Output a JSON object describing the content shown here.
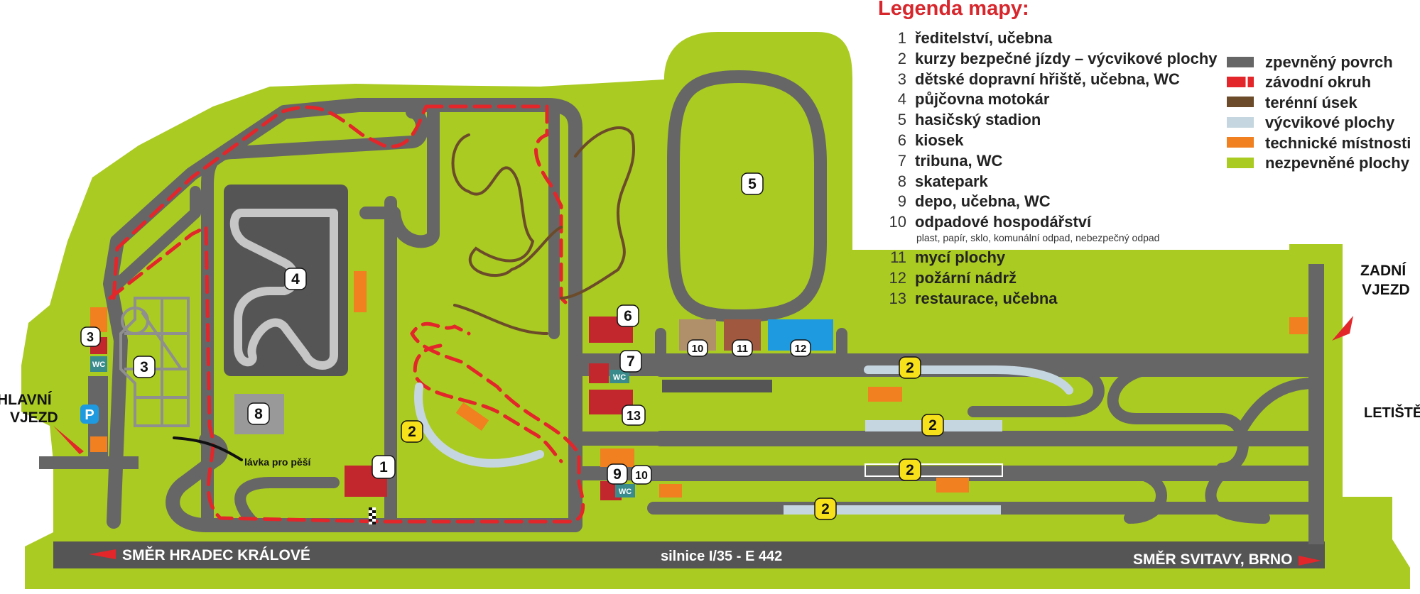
{
  "legend": {
    "title": "Legenda mapy:",
    "items": [
      {
        "num": "1",
        "label": "ředitelství, učebna"
      },
      {
        "num": "2",
        "label": "kurzy bezpečné jízdy – výcvikové plochy"
      },
      {
        "num": "3",
        "label": "dětské dopravní hřiště, učebna, WC"
      },
      {
        "num": "4",
        "label": "půjčovna motokár"
      },
      {
        "num": "5",
        "label": "hasičský stadion"
      },
      {
        "num": "6",
        "label": "kiosek"
      },
      {
        "num": "7",
        "label": "tribuna, WC"
      },
      {
        "num": "8",
        "label": "skatepark"
      },
      {
        "num": "9",
        "label": "depo, učebna, WC"
      },
      {
        "num": "10",
        "label": "odpadové hospodářství",
        "sub": "plast, papír, sklo, komunální odpad, nebezpečný odpad"
      },
      {
        "num": "11",
        "label": "mycí plochy"
      },
      {
        "num": "12",
        "label": "požární nádrž"
      },
      {
        "num": "13",
        "label": "restaurace, učebna"
      }
    ]
  },
  "key": [
    {
      "label": "zpevněný povrch",
      "color": "#666666"
    },
    {
      "label": "závodní okruh",
      "color": "#e3262a"
    },
    {
      "label": "terénní úsek",
      "color": "#6b4b2a"
    },
    {
      "label": "výcvikové plochy",
      "color": "#c6d6e0"
    },
    {
      "label": "technické místnosti",
      "color": "#f08020"
    },
    {
      "label": "nezpevněné plochy",
      "color": "#aacb22"
    }
  ],
  "labels": {
    "main_entry_1": "HLAVNÍ",
    "main_entry_2": "VJEZD",
    "rear_entry_1": "ZADNÍ",
    "rear_entry_2": "VJEZD",
    "airport": "LETIŠTĚ",
    "footbridge": "lávka pro pěší",
    "road_left": "SMĚR HRADEC KRÁLOVÉ",
    "road_center": "silnice I/35 - E 442",
    "road_right": "SMĚR SVITAVY, BRNO",
    "wc": "WC",
    "parking": "P"
  },
  "markers": {
    "m1": "1",
    "m2a": "2",
    "m2b": "2",
    "m2c": "2",
    "m2d": "2",
    "m2e": "2",
    "m3a": "3",
    "m3b": "3",
    "m4": "4",
    "m5": "5",
    "m6": "6",
    "m7": "7",
    "m8": "8",
    "m9": "9",
    "m10a": "10",
    "m10b": "10",
    "m11": "11",
    "m12": "12",
    "m13": "13"
  },
  "colors": {
    "grass": "#aacb22",
    "asphalt": "#666666",
    "race": "#e3262a",
    "terrain": "#6b4b2a",
    "training": "#c6d6e0",
    "technical": "#f08020",
    "building": "#c1272d",
    "highlight": "#f7e11a",
    "water": "#1e9be0"
  }
}
